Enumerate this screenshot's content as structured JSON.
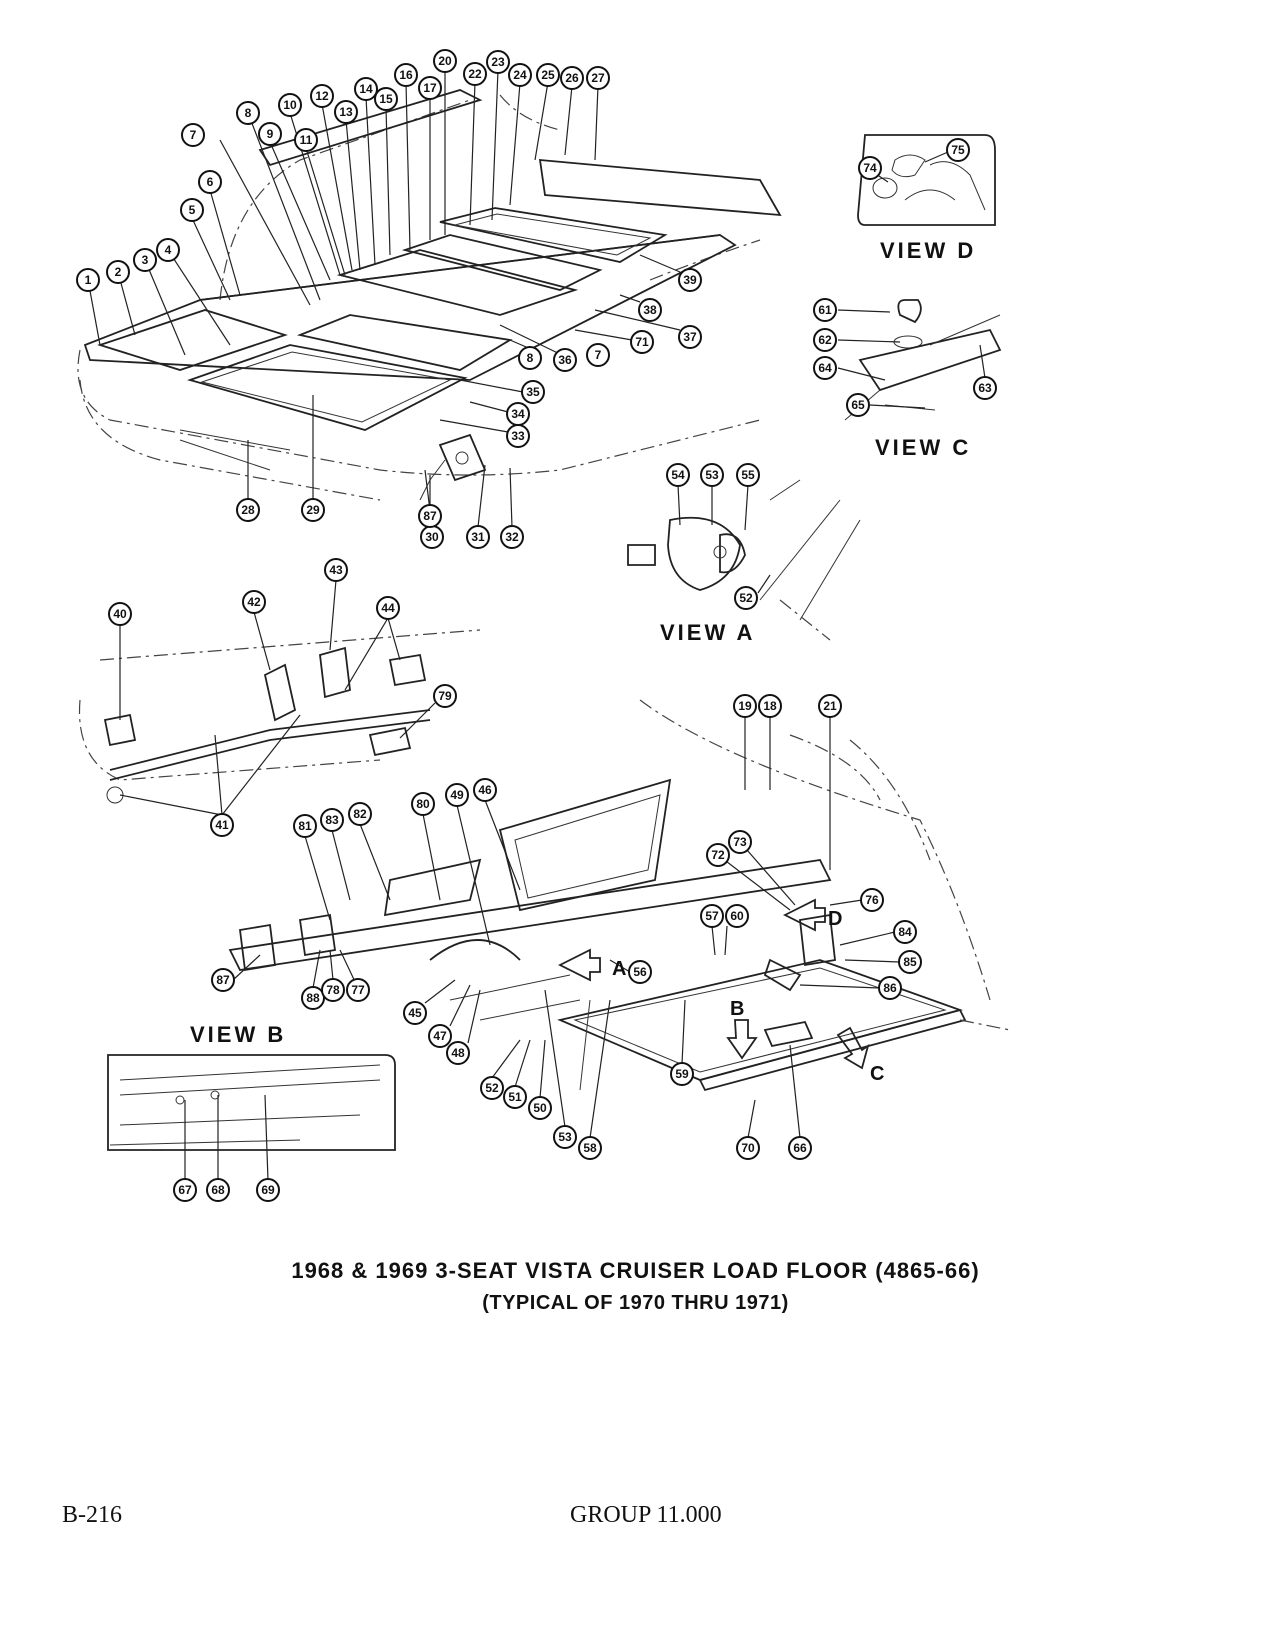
{
  "caption": {
    "line1": "1968 & 1969 3-SEAT VISTA CRUISER LOAD FLOOR (4865-66)",
    "line2": "(TYPICAL OF 1970 THRU 1971)"
  },
  "footer": {
    "page_number": "B-216",
    "group": "GROUP 11.000"
  },
  "views": {
    "a": "VIEW A",
    "b": "VIEW B",
    "c": "VIEW C",
    "d": "VIEW D"
  },
  "arrow_letters": {
    "a": "A",
    "b": "B",
    "c": "C",
    "d": "D"
  },
  "callouts": [
    "1",
    "2",
    "3",
    "4",
    "5",
    "6",
    "7",
    "8",
    "9",
    "10",
    "11",
    "12",
    "13",
    "14",
    "15",
    "16",
    "17",
    "20",
    "22",
    "23",
    "24",
    "25",
    "26",
    "27",
    "39",
    "38",
    "37",
    "71",
    "7",
    "36",
    "8",
    "35",
    "34",
    "33",
    "28",
    "29",
    "30",
    "87",
    "31",
    "32",
    "74",
    "75",
    "61",
    "62",
    "64",
    "63",
    "65",
    "54",
    "53",
    "55",
    "52",
    "40",
    "42",
    "43",
    "44",
    "79",
    "41",
    "19",
    "18",
    "21",
    "81",
    "83",
    "82",
    "80",
    "49",
    "46",
    "72",
    "73",
    "76",
    "84",
    "85",
    "86",
    "87",
    "88",
    "78",
    "77",
    "45",
    "47",
    "48",
    "57",
    "60",
    "56",
    "52",
    "51",
    "50",
    "53",
    "58",
    "59",
    "70",
    "66",
    "67",
    "68",
    "69"
  ]
}
